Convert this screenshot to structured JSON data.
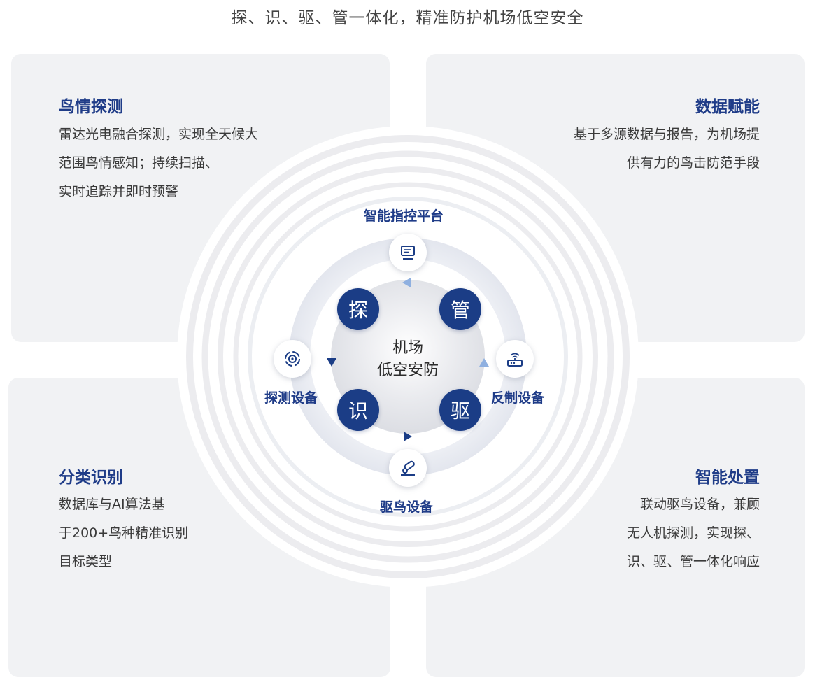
{
  "headline": "探、识、驱、管一体化，精准防护机场低空安全",
  "cards": {
    "top_left": {
      "title": "鸟情探测",
      "lines": [
        "雷达光电融合探测，实现全天候大",
        "范围鸟情感知；持续扫描、",
        "实时追踪并即时预警"
      ]
    },
    "top_right": {
      "title": "数据赋能",
      "lines": [
        "基于多源数据与报告，为机场提",
        "供有力的鸟击防范手段"
      ]
    },
    "bottom_left": {
      "title": "分类识别",
      "lines": [
        "数据库与AI算法基",
        "于200+鸟种精准识别",
        "目标类型"
      ]
    },
    "bottom_right": {
      "title": "智能处置",
      "lines": [
        "联动驱鸟设备，兼顾",
        "无人机探测，实现探、",
        "识、驱、管一体化响应"
      ]
    }
  },
  "center": {
    "line1": "机场",
    "line2": "低空安防"
  },
  "nodes": {
    "tan": "探",
    "guan": "管",
    "shi": "识",
    "qu": "驱"
  },
  "devices": {
    "platform": {
      "label": "智能指控平台",
      "icon": "monitor-icon"
    },
    "counter": {
      "label": "反制设备",
      "icon": "router-icon"
    },
    "detect": {
      "label": "探测设备",
      "icon": "radar-target-icon"
    },
    "repel": {
      "label": "驱鸟设备",
      "icon": "cannon-icon"
    }
  },
  "colors": {
    "accent_blue": "#1f3c88",
    "node_fill": "#1b3d86",
    "card_bg": "#f1f2f4",
    "arrow_light": "#8fb0e0"
  }
}
